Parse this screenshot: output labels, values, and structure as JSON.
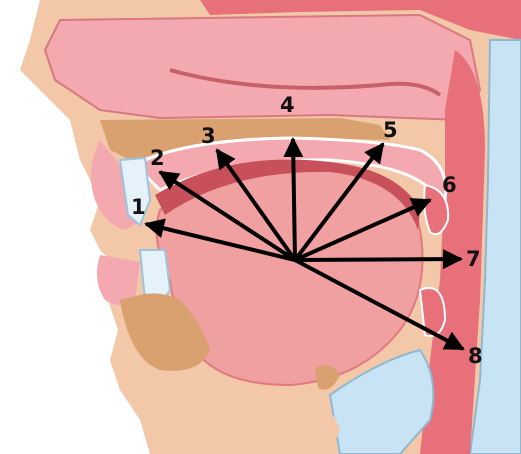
{
  "diagram": {
    "labels": [
      {
        "id": "1",
        "text": "1"
      },
      {
        "id": "2",
        "text": "2"
      },
      {
        "id": "3",
        "text": "3"
      },
      {
        "id": "4",
        "text": "4"
      },
      {
        "id": "5",
        "text": "5"
      },
      {
        "id": "6",
        "text": "6"
      },
      {
        "id": "7",
        "text": "7"
      },
      {
        "id": "8",
        "text": "8"
      }
    ],
    "colors": {
      "skin": "#f2c8a8",
      "bone": "#d9a070",
      "tissue": "#e8707a",
      "tissue_light": "#f4a8b0",
      "tongue": "#f0a0a0",
      "cartilage": "#c8e4f4",
      "arrow": "#000000"
    }
  }
}
